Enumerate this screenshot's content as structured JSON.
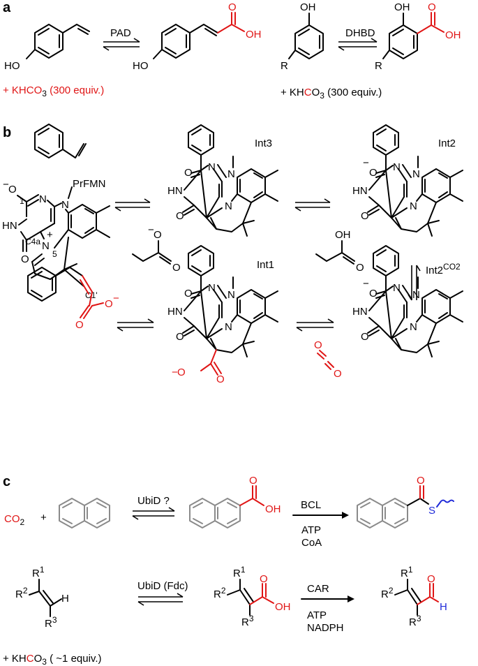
{
  "panels": {
    "a": "a",
    "b": "b",
    "c": "c"
  },
  "panel_a": {
    "enzyme1": "PAD",
    "enzyme2": "DHBD",
    "note1": "+ KHCO",
    "note1_sub": "3",
    "note1_tail": " (300 equiv.)",
    "note2_pre": "+ KH",
    "note2_red": "C",
    "note2_post": "O",
    "note2_sub": "3",
    "note2_tail": " (300 equiv.)",
    "OH": "OH",
    "HO": "HO",
    "O": "O",
    "R": "R"
  },
  "panel_b": {
    "int1": "Int1",
    "int2": "Int2",
    "int3": "Int3",
    "int2co2": "Int2",
    "int2co2_sup": "CO2",
    "prfmn": "PrFMN",
    "c4a": "C4a",
    "n5": "5",
    "n1": "1",
    "c1p": "C1'",
    "plus": "+",
    "minus": "−",
    "N": "N",
    "HN": "HN",
    "O": "O",
    "OH": "OH",
    "co2": "O=C=O"
  },
  "panel_c": {
    "co2_pre": "CO",
    "co2_sub": "2",
    "plus": "+",
    "enzyme_ubid_q": "UbiD ?",
    "enzyme_bcl": "BCL",
    "cof_atp": "ATP",
    "cof_coa": "CoA",
    "enzyme_ubid_fdc": "UbiD (Fdc)",
    "enzyme_car": "CAR",
    "cof_atp2": "ATP",
    "cof_nadph": "NADPH",
    "S": "S",
    "O": "O",
    "OH": "OH",
    "H": "H",
    "R1": "R",
    "R2": "R",
    "R3": "R",
    "sup1": "1",
    "sup2": "2",
    "sup3": "3",
    "note_pre": "+ KH",
    "note_red": "C",
    "note_post": "O",
    "note_sub": "3",
    "note_tail": " ( ~1 equiv.)"
  },
  "colors": {
    "red": "#e01515",
    "blue": "#1f2ad8",
    "grey": "#8a8a8a",
    "black": "#000000"
  }
}
